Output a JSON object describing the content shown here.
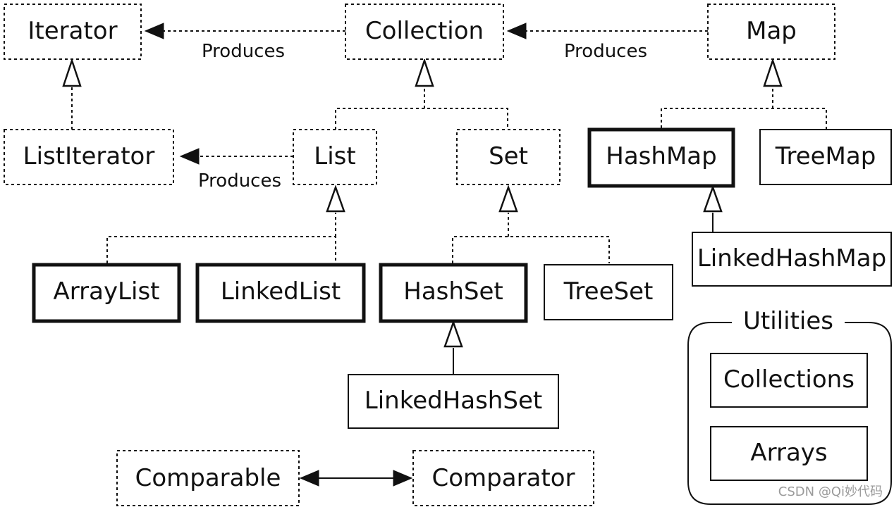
{
  "nodes": {
    "iterator": "Iterator",
    "collection": "Collection",
    "map": "Map",
    "list_iterator": "ListIterator",
    "list": "List",
    "set": "Set",
    "hash_map": "HashMap",
    "tree_map": "TreeMap",
    "linked_hash_map": "LinkedHashMap",
    "array_list": "ArrayList",
    "linked_list": "LinkedList",
    "hash_set": "HashSet",
    "tree_set": "TreeSet",
    "linked_hash_set": "LinkedHashSet",
    "comparable": "Comparable",
    "comparator": "Comparator"
  },
  "labels": {
    "produces_collection_iterator": "Produces",
    "produces_map_collection": "Produces",
    "produces_list_listiterator": "Produces"
  },
  "utilities": {
    "title": "Utilities",
    "collections": "Collections",
    "arrays": "Arrays"
  },
  "watermark": "CSDN @Qi妙代码"
}
